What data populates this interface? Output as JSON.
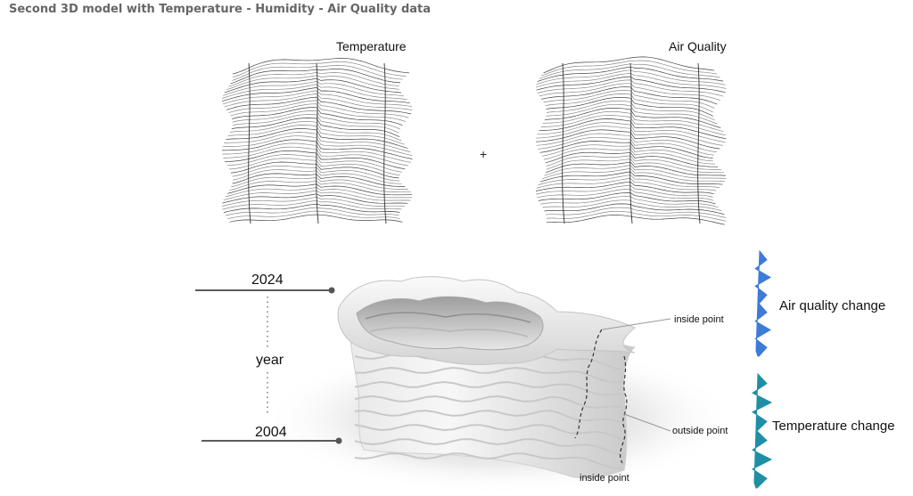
{
  "title": "Second 3D model with Temperature - Humidity - Air Quality data",
  "top_panels": {
    "left_title": "Temperature",
    "plus_sign": "+",
    "right_title": "Air Quality"
  },
  "timeline": {
    "top_year": "2024",
    "axis_label": "year",
    "bottom_year": "2004"
  },
  "annotations": {
    "inside_point_top": "inside point",
    "outside_point": "outside point",
    "inside_point_bottom": "inside point"
  },
  "legend": {
    "air_quality_change": "Air quality change",
    "temperature_change": "Temperature change",
    "air_quality_color": "#3d7bd9",
    "temperature_color": "#1f8fa6"
  }
}
